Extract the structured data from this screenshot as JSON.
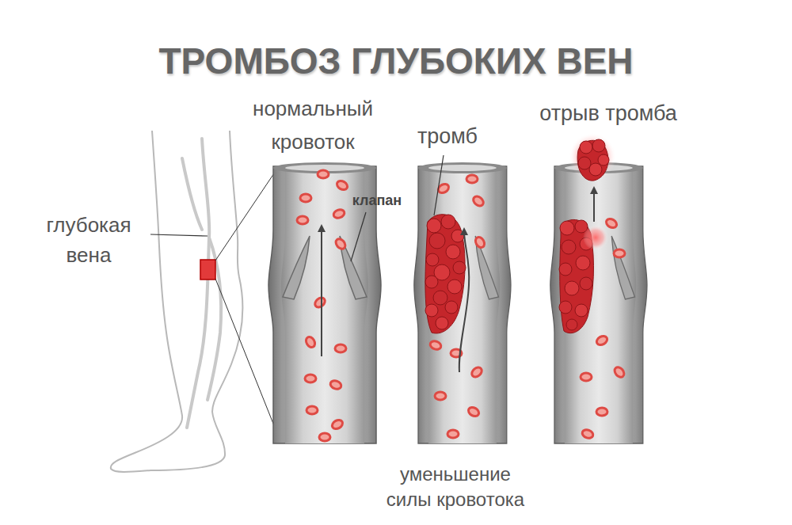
{
  "diagram": {
    "title": "ТРОМБОЗ ГЛУБОКИХ ВЕН",
    "labels": [
      "глубокая вена",
      "нормальный кровоток",
      "клапан",
      "тромб",
      "отрыв тромба",
      "уменьшение силы кровотока"
    ]
  }
}
